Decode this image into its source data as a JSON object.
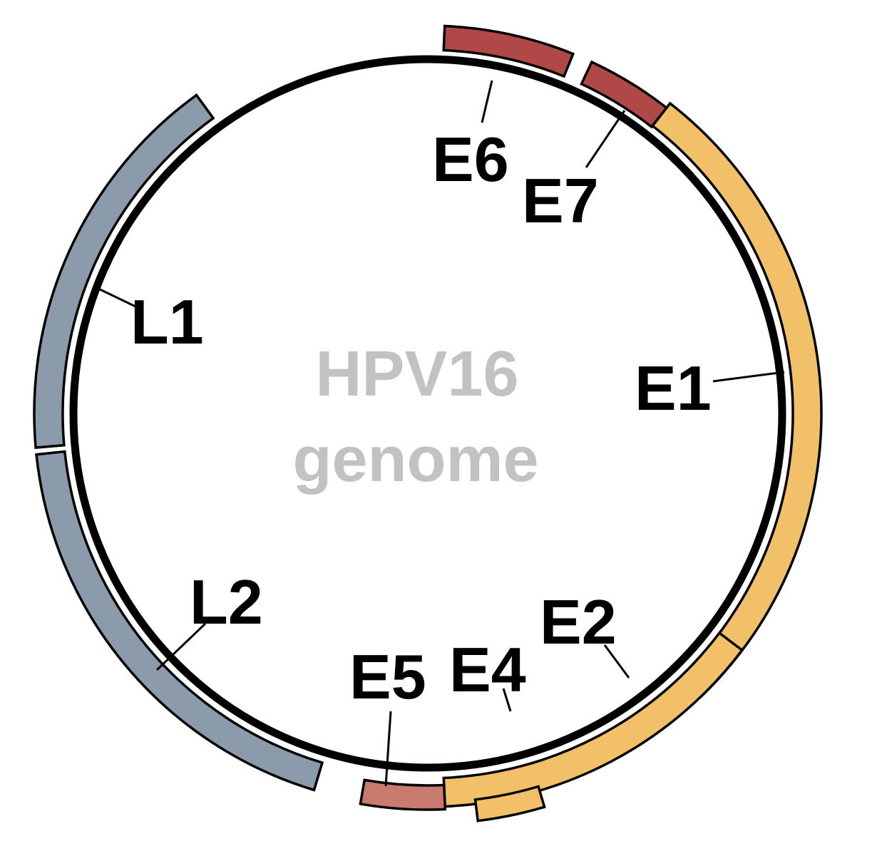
{
  "title": {
    "line1": "HPV16",
    "line2": "genome"
  },
  "colors": {
    "early_oncogene": "#b04848",
    "e5": "#c97b6f",
    "early_replication": "#f2c068",
    "late": "#8c9bab",
    "backbone": "#000000",
    "title": "#c2c2c2"
  },
  "genes": [
    {
      "id": "E6",
      "label": "E6",
      "color": "#b04848",
      "track": 2
    },
    {
      "id": "E7",
      "label": "E7",
      "color": "#b04848",
      "track": 2
    },
    {
      "id": "E1",
      "label": "E1",
      "color": "#f2c068",
      "track": 2
    },
    {
      "id": "E2",
      "label": "E2",
      "color": "#f2c068",
      "track": 1
    },
    {
      "id": "E4",
      "label": "E4",
      "color": "#f2c068",
      "track": 0
    },
    {
      "id": "E5",
      "label": "E5",
      "color": "#c97b6f",
      "track": 1
    },
    {
      "id": "L2",
      "label": "L2",
      "color": "#8c9bab",
      "track": 1
    },
    {
      "id": "L1",
      "label": "L1",
      "color": "#8c9bab",
      "track": 1
    }
  ]
}
